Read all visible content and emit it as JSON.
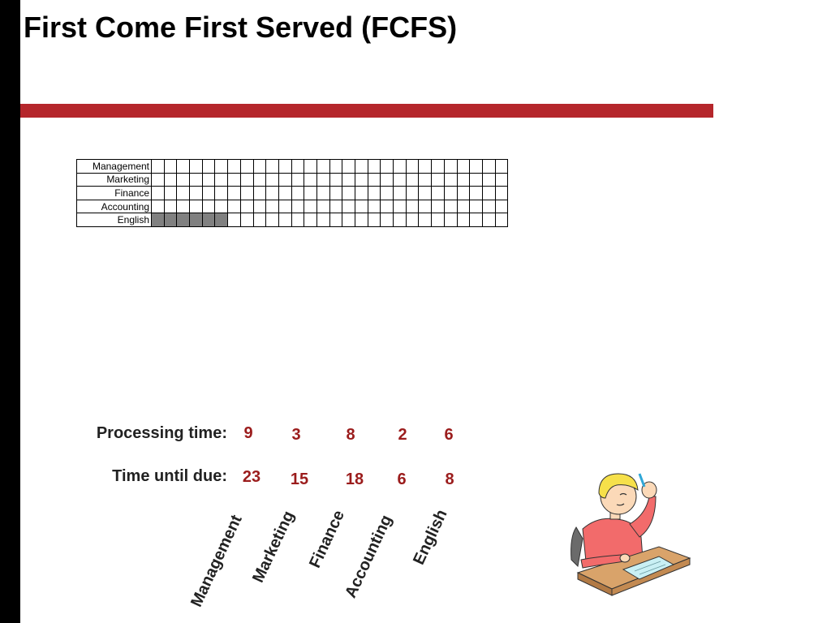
{
  "slide": {
    "title": "First Come First Served (FCFS)"
  },
  "colors": {
    "left_bar": "#000000",
    "accent_rule": "#b5262b",
    "value_text": "#9b1c1c",
    "gantt_fill": "#808080"
  },
  "gantt": {
    "rows": [
      "Management",
      "Marketing",
      "Finance",
      "Accounting",
      "English"
    ],
    "time_slots": 28,
    "filled": [
      {
        "row": "English",
        "slots": 6
      }
    ]
  },
  "table": {
    "processing_label": "Processing time:",
    "due_label": "Time until due:",
    "processing_values": [
      "9",
      "3",
      "8",
      "2",
      "6"
    ],
    "due_values": [
      "23",
      "15",
      "18",
      "6",
      "8"
    ],
    "job_names": [
      "Management",
      "Marketing",
      "Finance",
      "Accounting",
      "English"
    ]
  },
  "illustration": {
    "icon": "student-thinking-at-desk-icon"
  }
}
